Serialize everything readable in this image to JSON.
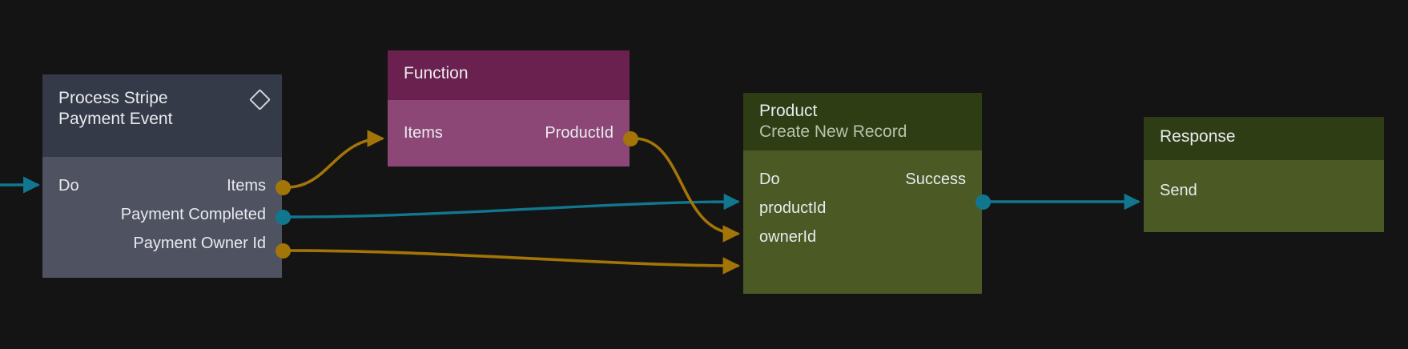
{
  "canvas": {
    "background": "#141414",
    "wire_colors": {
      "data": "#a37408",
      "flow": "#11778f"
    }
  },
  "nodes": [
    {
      "id": "trigger",
      "title": "Process Stripe\nPayment Event",
      "subtitle": "",
      "icon": "diamond-icon",
      "header_color": "#353a48",
      "body_color": "#4f5261",
      "inputs": [
        {
          "label": "Do",
          "type": "flow",
          "color": "#11778f"
        }
      ],
      "outputs": [
        {
          "label": "Items",
          "type": "data",
          "color": "#a37408"
        },
        {
          "label": "Payment Completed",
          "type": "flow",
          "color": "#11778f"
        },
        {
          "label": "Payment Owner Id",
          "type": "data",
          "color": "#a37408"
        }
      ]
    },
    {
      "id": "function",
      "title": "Function",
      "subtitle": "",
      "header_color": "#6b2150",
      "body_color": "#8c4777",
      "inputs": [
        {
          "label": "Items",
          "type": "data",
          "color": "#a37408"
        }
      ],
      "outputs": [
        {
          "label": "ProductId",
          "type": "data",
          "color": "#a37408"
        }
      ]
    },
    {
      "id": "product",
      "title": "Product",
      "subtitle": "Create New Record",
      "header_color": "#2e3d14",
      "body_color": "#4b5a24",
      "inputs": [
        {
          "label": "Do",
          "type": "flow",
          "color": "#11778f"
        },
        {
          "label": "productId",
          "type": "data",
          "color": "#a37408"
        },
        {
          "label": "ownerId",
          "type": "data",
          "color": "#a37408"
        }
      ],
      "outputs": [
        {
          "label": "Success",
          "type": "flow",
          "color": "#11778f"
        }
      ]
    },
    {
      "id": "response",
      "title": "Response",
      "subtitle": "",
      "header_color": "#2e3d14",
      "body_color": "#4b5a24",
      "inputs": [
        {
          "label": "Send",
          "type": "flow",
          "color": "#11778f"
        }
      ],
      "outputs": []
    }
  ],
  "connections": [
    {
      "from": "external",
      "to": "trigger.Do",
      "color": "#11778f"
    },
    {
      "from": "trigger.Items",
      "to": "function.Items",
      "color": "#a37408"
    },
    {
      "from": "trigger.Payment Completed",
      "to": "product.Do",
      "color": "#11778f"
    },
    {
      "from": "trigger.Payment Owner Id",
      "to": "product.ownerId",
      "color": "#a37408"
    },
    {
      "from": "function.ProductId",
      "to": "product.productId",
      "color": "#a37408"
    },
    {
      "from": "product.Success",
      "to": "response.Send",
      "color": "#11778f"
    }
  ]
}
